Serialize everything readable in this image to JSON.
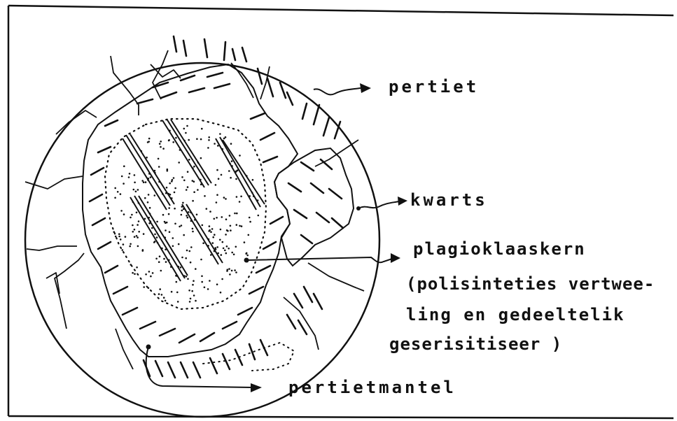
{
  "labels": {
    "pertiet": "pertiet",
    "kwarts": "kwarts",
    "plagioklaas_line1": "plagioklaaskern",
    "plagioklaas_line2": "(polisinteties vertwee-",
    "plagioklaas_line3": "ling en gedeeltelik",
    "plagioklaas_line4": "geserisitiseer )",
    "pertietmantel": "pertietmantel"
  },
  "colors": {
    "ink": "#111111",
    "paper": "#ffffff"
  }
}
